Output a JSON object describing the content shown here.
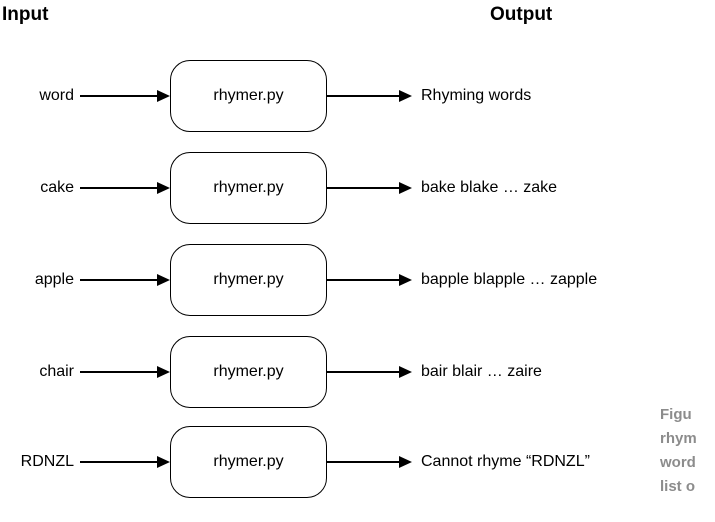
{
  "headers": {
    "input": "Input",
    "output": "Output"
  },
  "rows": [
    {
      "input": "word",
      "process": "rhymer.py",
      "output": "Rhyming words"
    },
    {
      "input": "cake",
      "process": "rhymer.py",
      "output": "bake blake … zake"
    },
    {
      "input": "apple",
      "process": "rhymer.py",
      "output": "bapple blapple … zapple"
    },
    {
      "input": "chair",
      "process": "rhymer.py",
      "output": "bair blair … zaire"
    },
    {
      "input": "RDNZL",
      "process": "rhymer.py",
      "output": "Cannot rhyme “RDNZL”"
    }
  ],
  "caption": {
    "lines": [
      "Figu",
      "rhym",
      "word",
      "list o"
    ],
    "color": "#8c8c8c"
  },
  "colors": {
    "diagram": "#000000",
    "background": "#ffffff"
  }
}
